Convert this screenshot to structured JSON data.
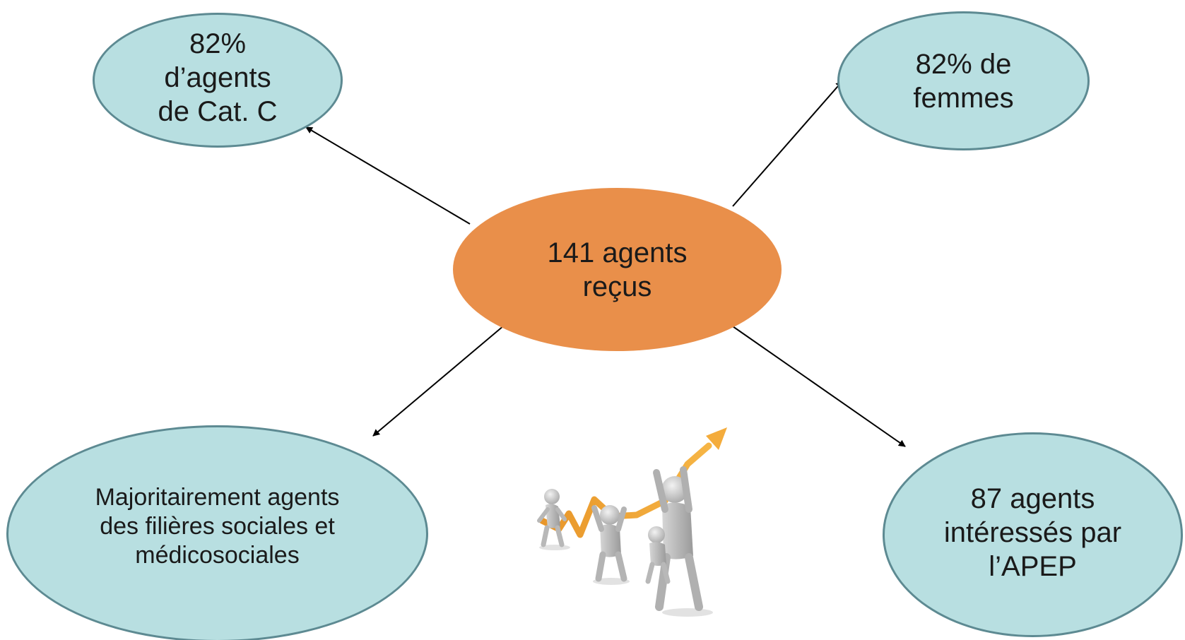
{
  "center": {
    "text": "141 agents reçus"
  },
  "bubbles": {
    "cat_c": "82% d’agents de Cat. C",
    "femmes": "82% de femmes",
    "filieres": "Majoritairement agents des filières sociales et médicosociales",
    "apep": "87 agents intéressés par l’APEP"
  },
  "illustration": {
    "icon": "people-pushing-rising-arrow-icon"
  },
  "colors": {
    "bubble_fill": "#b8dfe1",
    "bubble_border": "#5d8a92",
    "center_fill": "#e98f4a",
    "arrow": "#000000",
    "chart_arrow": "#f0a030"
  }
}
